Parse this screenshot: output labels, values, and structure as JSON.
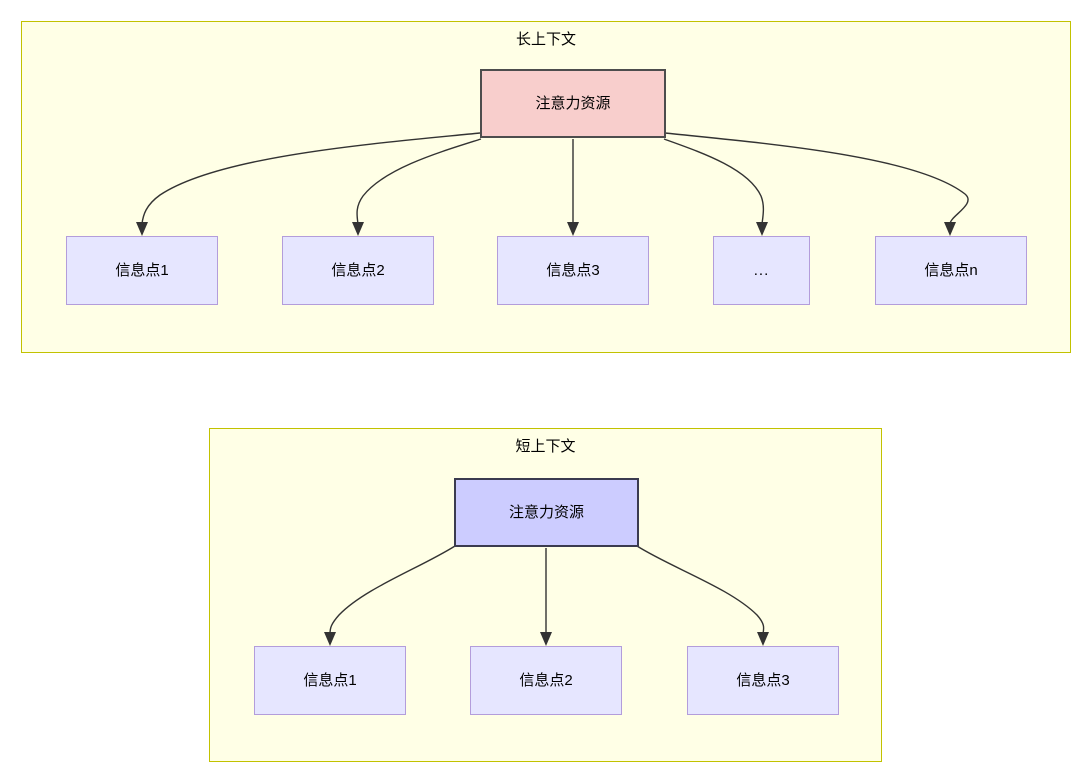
{
  "diagram": {
    "type": "attention-allocation-comparison",
    "colors": {
      "panel_fill": "#ffffe6",
      "panel_stroke": "#c2c200",
      "attention_long_fill": "#f8cecc",
      "attention_long_stroke": "#4d4d4d",
      "attention_short_fill": "#ccccff",
      "attention_short_stroke": "#3b3b4f",
      "info_fill": "#e6e6ff",
      "info_stroke": "#b39ddb",
      "edge_stroke": "#333333",
      "text": "#000000",
      "background": "#ffffff"
    },
    "panels": [
      {
        "id": "long-context",
        "title": "长上下文",
        "attention_node": {
          "label": "注意力资源"
        },
        "info_nodes": [
          {
            "label": "信息点1"
          },
          {
            "label": "信息点2"
          },
          {
            "label": "信息点3"
          },
          {
            "label": "..."
          },
          {
            "label": "信息点n"
          }
        ]
      },
      {
        "id": "short-context",
        "title": "短上下文",
        "attention_node": {
          "label": "注意力资源"
        },
        "info_nodes": [
          {
            "label": "信息点1"
          },
          {
            "label": "信息点2"
          },
          {
            "label": "信息点3"
          }
        ]
      }
    ]
  }
}
